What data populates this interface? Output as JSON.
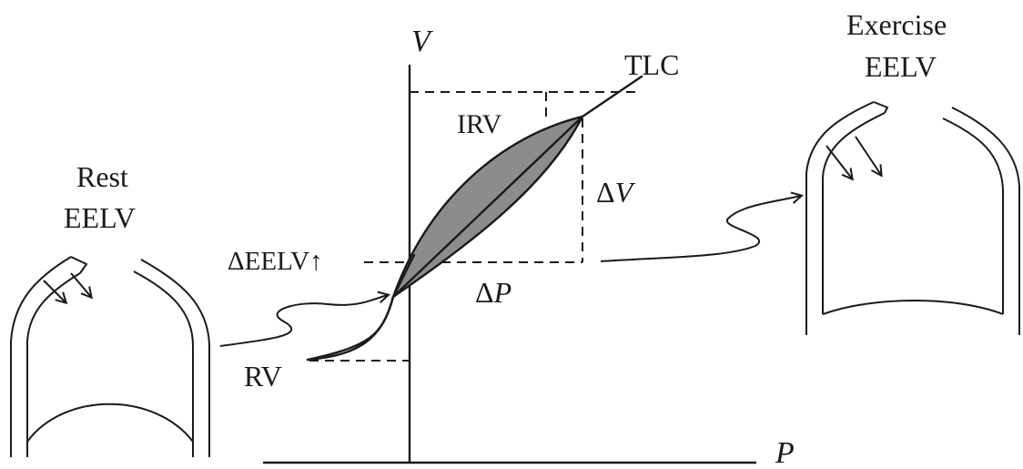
{
  "axes": {
    "y_label": "V",
    "x_label": "P"
  },
  "labels": {
    "tlc": "TLC",
    "irv": "IRV",
    "delta_v_symbol": "Δ",
    "delta_v_letter": "V",
    "delta_eelv": "ΔEELV↑",
    "delta_p_symbol": "Δ",
    "delta_p_letter": "P",
    "rv": "RV"
  },
  "rest_thorax": {
    "line1": "Rest",
    "line2": "EELV"
  },
  "exercise_thorax": {
    "line1": "Exercise",
    "line2": "EELV"
  },
  "colors": {
    "loop_fill": "#8c8c8c",
    "ink": "#1a1a1a"
  }
}
